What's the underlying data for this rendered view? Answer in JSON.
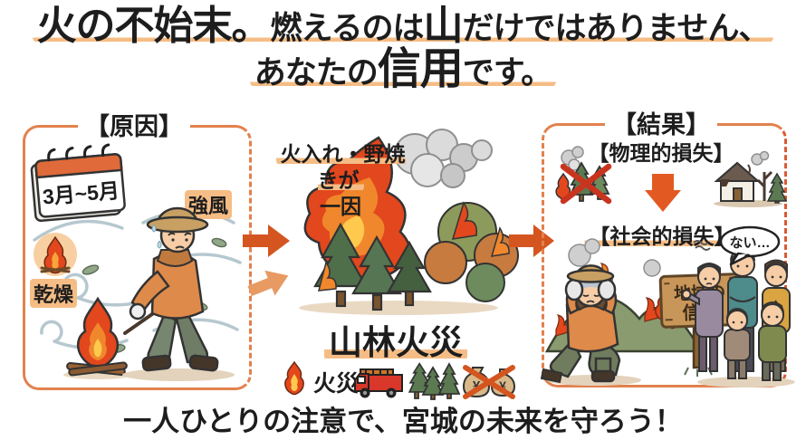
{
  "title": {
    "l1a": "火の不始末。",
    "l1b": "燃えるのは",
    "l1c": "山",
    "l1d": "だけではありません、",
    "l2a": "あなたの",
    "l2b": "信用",
    "l2c": "です。"
  },
  "cause": {
    "header": "【原因】",
    "calendar": "3月~5月",
    "wind": "強風",
    "dry": "乾燥"
  },
  "center": {
    "note1": "火入れ・野焼きが",
    "note2": "一因",
    "label": "山林火災",
    "legend_fire": "火災",
    "yen": "¥"
  },
  "result": {
    "header": "【結果】",
    "physical": "【物理的損失】",
    "social": "【社会的損失】",
    "sign1": "地域の",
    "sign2": "信用",
    "bubble": "ない…"
  },
  "footer": "一人ひとりの注意で、宮城の未来を守ろう！",
  "colors": {
    "frame_orange": "#E2814E",
    "highlight_orange": "#F5BD85",
    "arrow_dark": "#D4551F",
    "arrow_light": "#E89A63",
    "flame_red": "#E2471D",
    "flame_orange": "#F0872C",
    "flame_yellow": "#FFC94D",
    "pine_green": "#4F6F4A",
    "mountain_green": "#8A9B70",
    "truck_red": "#D8372A",
    "wood_brown": "#C9965A"
  },
  "icons": [
    "calendar-icon",
    "campfire-icon",
    "dry-fire-icon",
    "wind-swirl-icon",
    "flame-icon",
    "fire-truck-icon",
    "forest-icon",
    "money-loss-icon",
    "burning-trees-icon",
    "burnt-house-icon",
    "down-arrow-icon",
    "right-arrow-icon",
    "mountain-fire-icon",
    "wooden-sign-icon",
    "speech-bubble-icon"
  ]
}
